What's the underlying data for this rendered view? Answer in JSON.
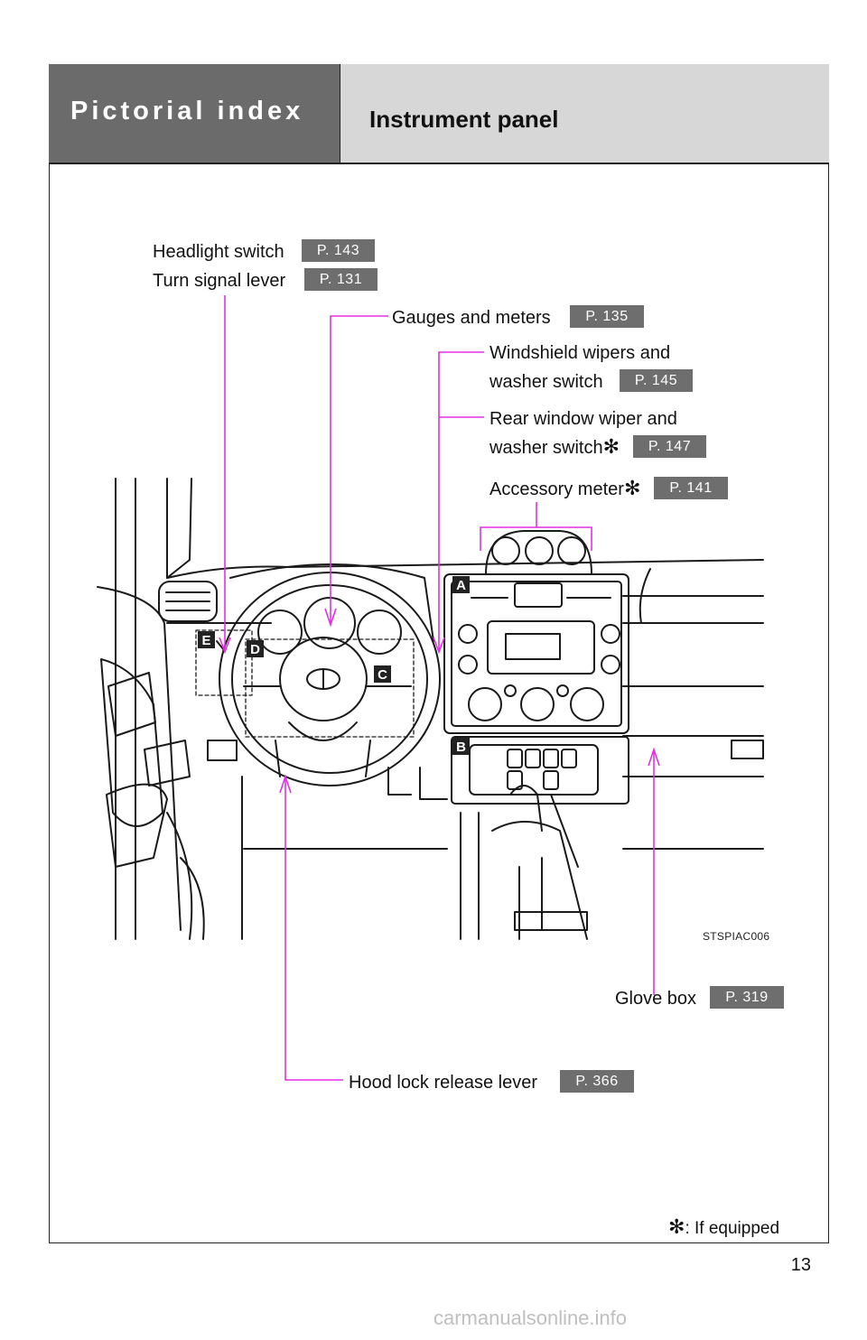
{
  "header": {
    "section": "Pictorial index",
    "title": "Instrument panel"
  },
  "callouts": {
    "headlight": {
      "label": "Headlight switch",
      "page": "P. 143"
    },
    "turn_signal": {
      "label": "Turn signal lever",
      "page": "P. 131"
    },
    "gauges": {
      "label": "Gauges and meters",
      "page": "P. 135"
    },
    "wipers_line1": "Windshield wipers and",
    "wipers_line2": "washer switch",
    "wipers_page": "P. 145",
    "rear_line1": "Rear window wiper and",
    "rear_line2": "washer switch",
    "rear_page": "P. 147",
    "accessory": {
      "label": "Accessory meter",
      "page": "P. 141"
    },
    "glove_box": {
      "label": "Glove box",
      "page": "P. 319"
    },
    "hood": {
      "label": "Hood lock release lever",
      "page": "P. 366"
    }
  },
  "asterisk": "✻",
  "image_markers": [
    "A",
    "B",
    "C",
    "D",
    "E"
  ],
  "image_code": "STSPIAC006",
  "footnote": ": If equipped",
  "page_number": "13",
  "watermark": "carmanualsonline.info",
  "colors": {
    "leader": "#e62ee6",
    "header_dark": "#6b6b6b",
    "header_light": "#d7d7d7",
    "badge": "#6e6e6e"
  }
}
